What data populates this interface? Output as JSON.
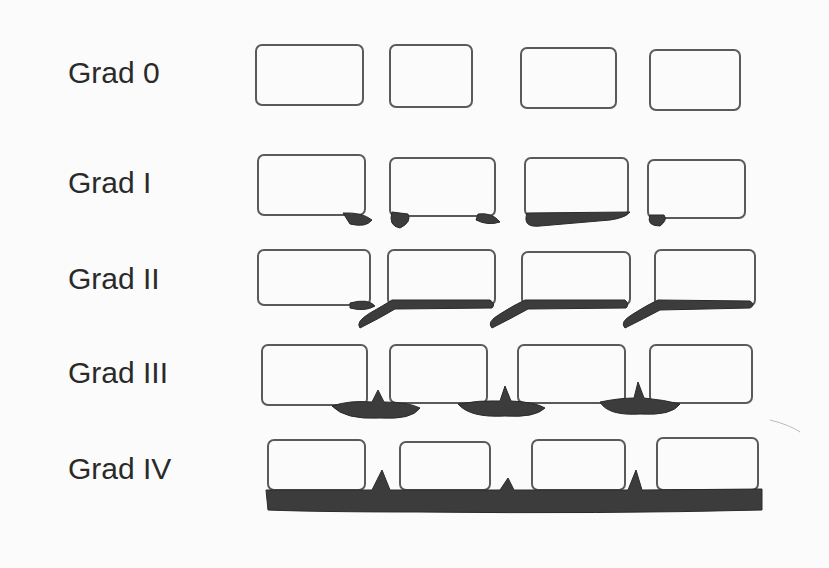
{
  "diagram": {
    "labels": [
      "Grad 0",
      "Grad I",
      "Grad II",
      "Grad III",
      "Grad IV"
    ]
  }
}
